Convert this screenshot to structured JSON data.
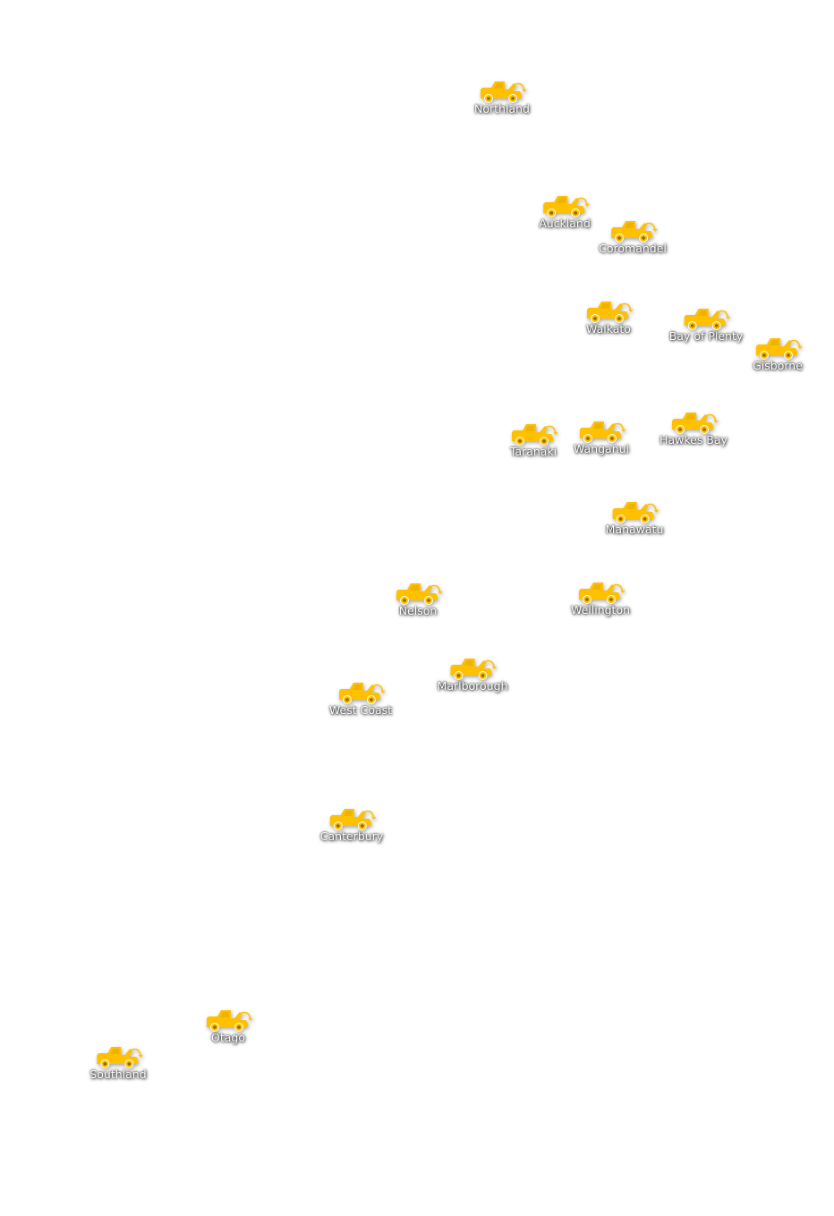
{
  "map": {
    "accent_color": "#FFC000",
    "marker_icon": "tow-truck-icon",
    "regions": [
      {
        "name": "Northland"
      },
      {
        "name": "Auckland"
      },
      {
        "name": "Coromandel"
      },
      {
        "name": "Waikato"
      },
      {
        "name": "Bay of Plenty"
      },
      {
        "name": "Gisborne"
      },
      {
        "name": "Taranaki"
      },
      {
        "name": "Wanganui"
      },
      {
        "name": "Hawkes Bay"
      },
      {
        "name": "Manawatu"
      },
      {
        "name": "Wellington"
      },
      {
        "name": "Nelson"
      },
      {
        "name": "Marlborough"
      },
      {
        "name": "West Coast"
      },
      {
        "name": "Canterbury"
      },
      {
        "name": "Otago"
      },
      {
        "name": "Southland"
      }
    ]
  }
}
